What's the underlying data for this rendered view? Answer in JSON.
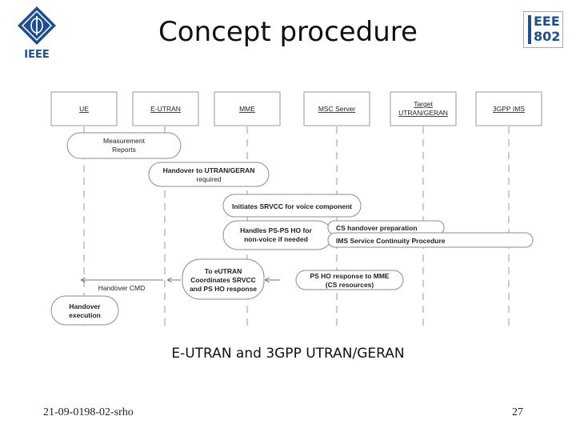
{
  "slide": {
    "title": "Concept procedure",
    "caption": "E-UTRAN and 3GPP UTRAN/GERAN",
    "footer_left": "21-09-0198-02-srho",
    "page_number": "27"
  },
  "logos": {
    "ieee_text": "IEEE",
    "ieee802_line1": "EEE",
    "ieee802_line2": "802",
    "brand_color": "#1f4e8c"
  },
  "diagram": {
    "entities": [
      "UE",
      "E-UTRAN",
      "MME",
      "MSC Server",
      [
        "Target",
        "UTRAN/GERAN"
      ],
      "3GPP IMS"
    ],
    "steps": {
      "measurement": [
        "Measurement",
        "Reports"
      ],
      "handover_required": [
        "Handover to UTRAN/GERAN",
        "required"
      ],
      "initiates_srvcc": "Initiates SRVCC for voice component",
      "handles_psps": [
        "Handles PS-PS HO for",
        "non-voice if needed"
      ],
      "cs_prep": "CS handover preparation",
      "ims_continuity": "IMS Service Continuity Procedure",
      "to_eutran": [
        "To eUTRAN",
        "Coordinates SRVCC",
        "and PS HO response"
      ],
      "ps_ho_response": [
        "PS HO response to MME",
        "(CS resources)"
      ],
      "handover_cmd": "Handover CMD",
      "handover_exec": [
        "Handover",
        "execution"
      ]
    }
  }
}
